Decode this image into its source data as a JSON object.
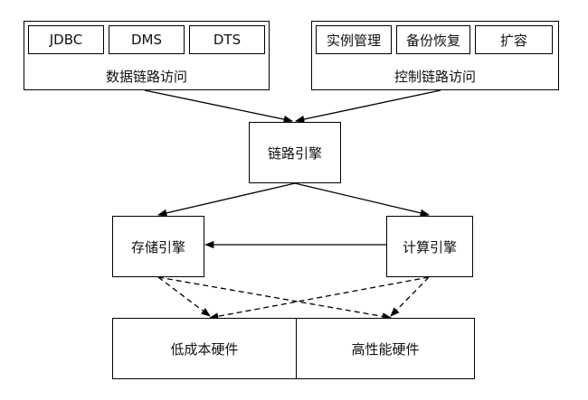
{
  "data_access": {
    "items": [
      "JDBC",
      "DMS",
      "DTS"
    ],
    "label": "数据链路访问"
  },
  "control_access": {
    "items": [
      "实例管理",
      "备份恢复",
      "扩容"
    ],
    "label": "控制链路访问"
  },
  "link_engine": "链路引擎",
  "storage_engine": "存储引擎",
  "compute_engine": "计算引擎",
  "hardware": {
    "low_cost": "低成本硬件",
    "high_perf": "高性能硬件"
  }
}
